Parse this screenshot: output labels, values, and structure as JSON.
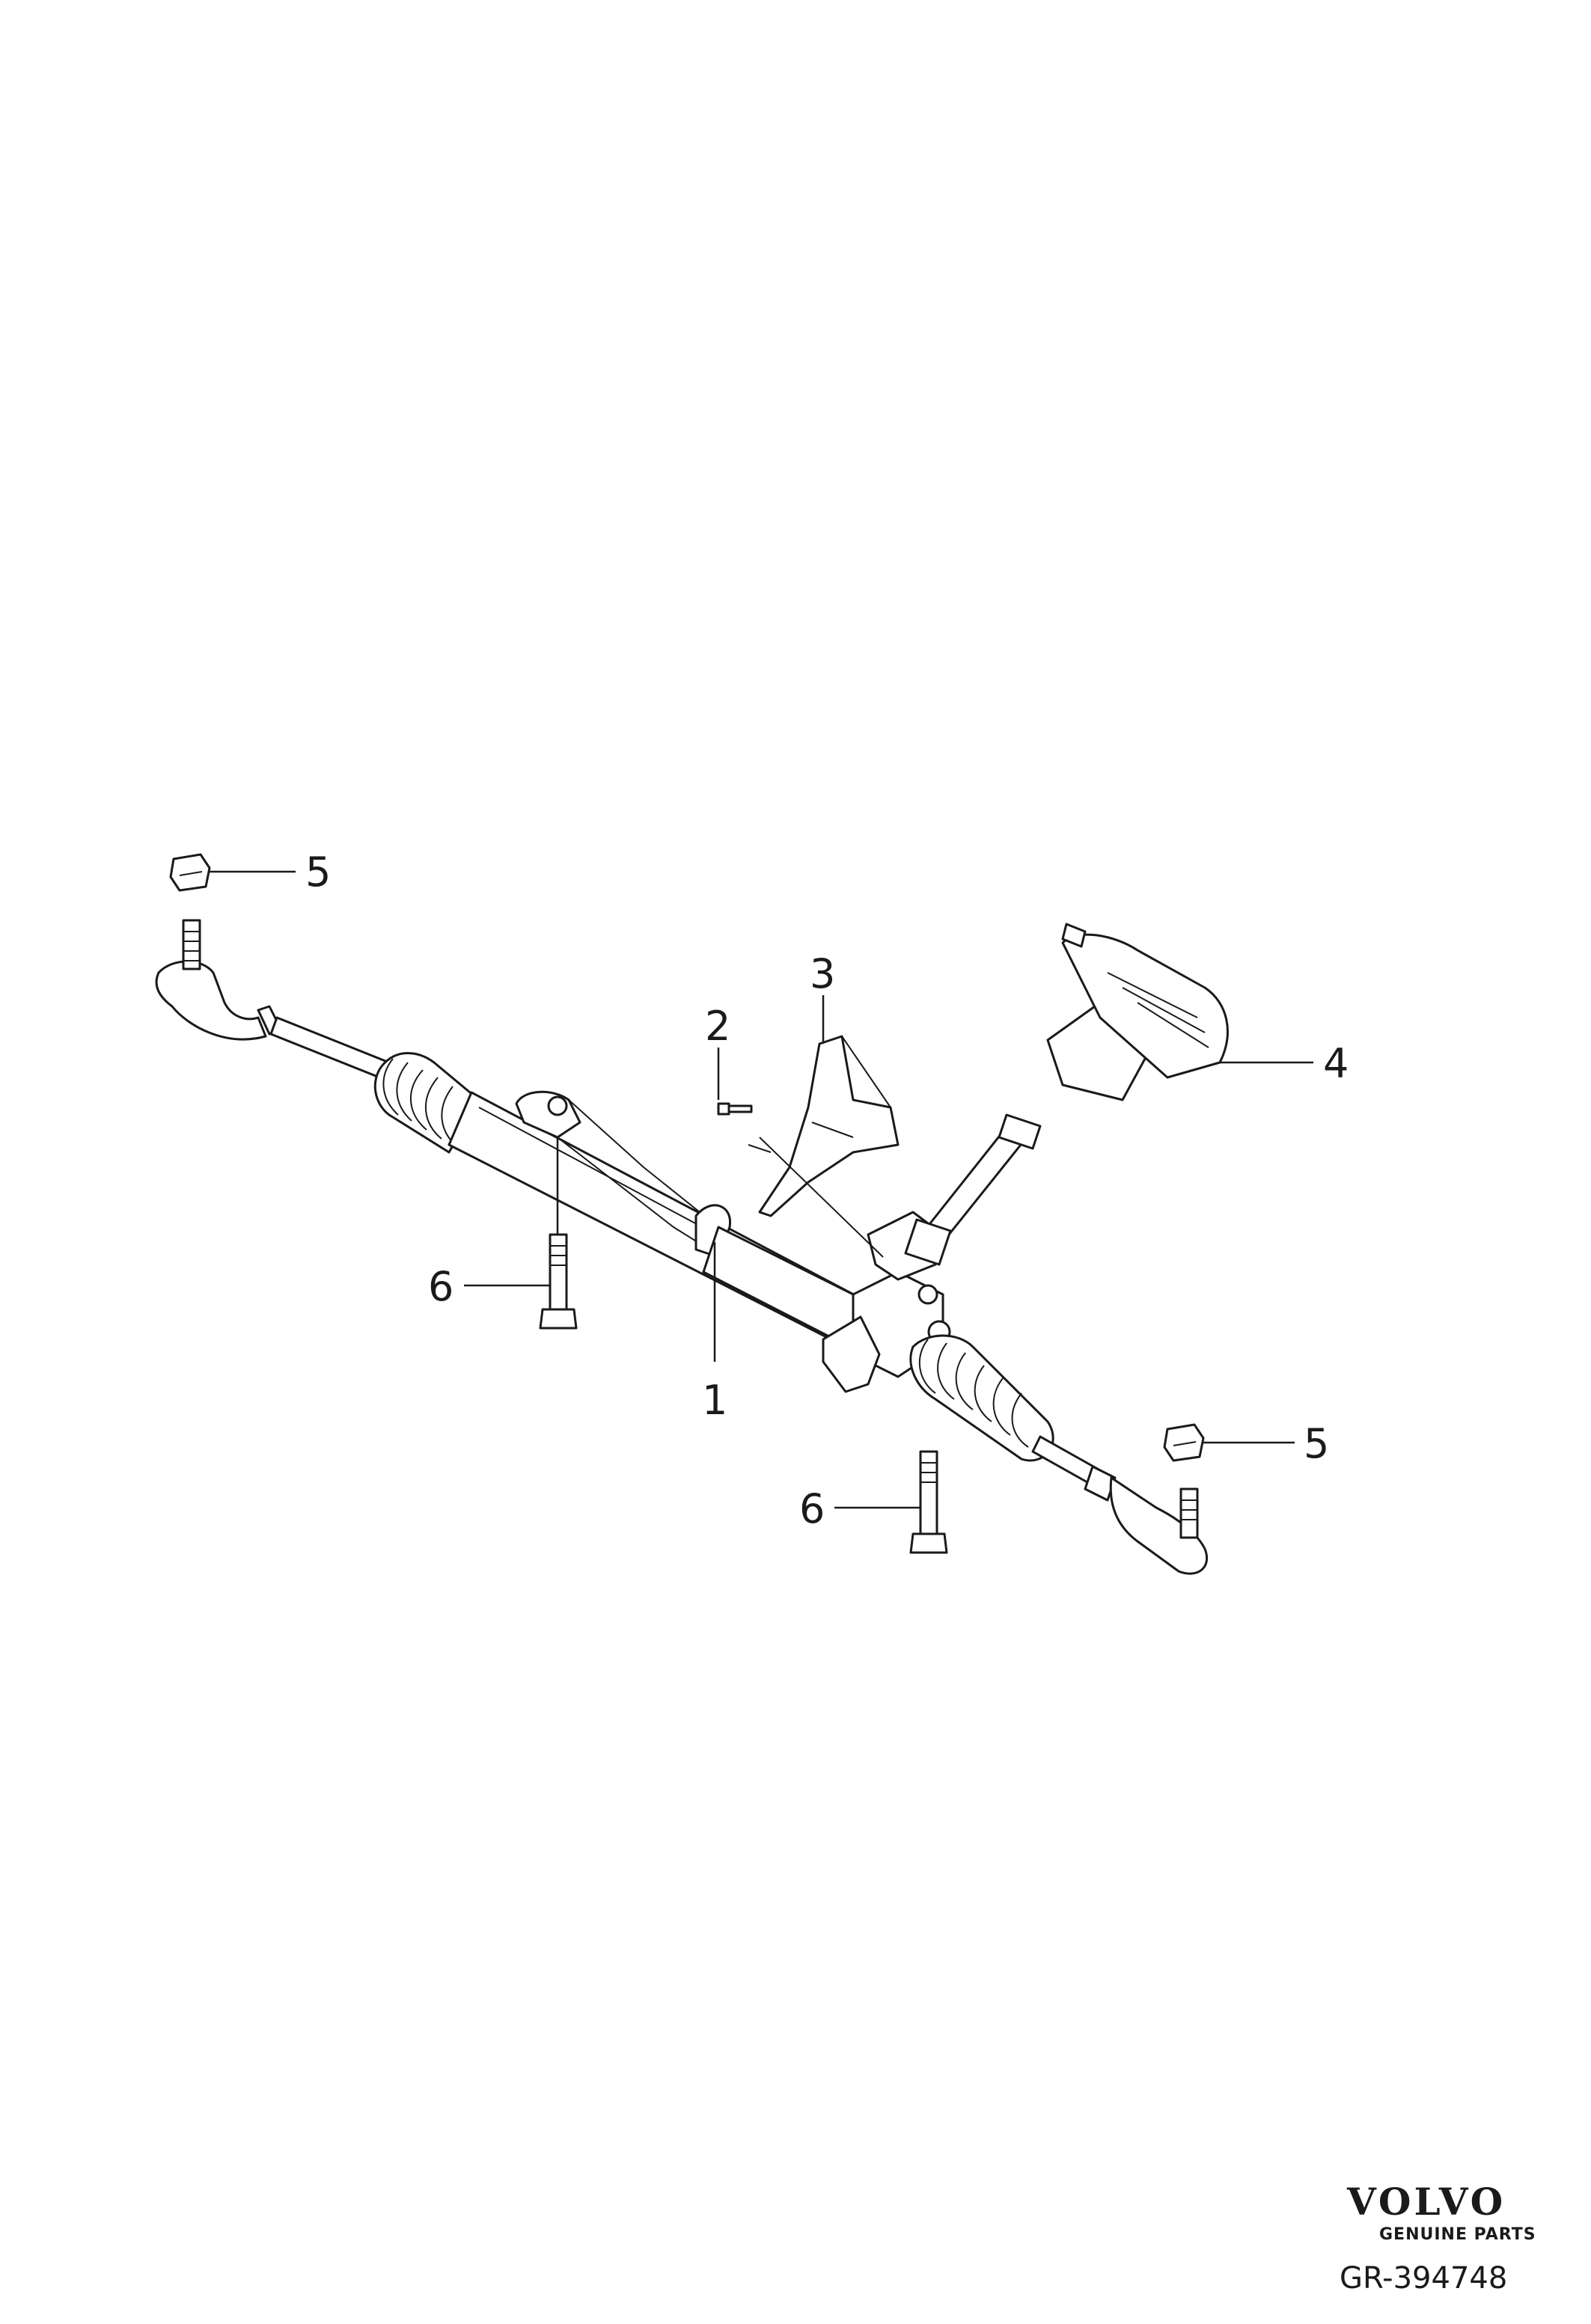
{
  "callouts": {
    "c1": "1",
    "c2": "2",
    "c3": "3",
    "c4": "4",
    "c5_top": "5",
    "c5_right": "5",
    "c6_left": "6",
    "c6_bottom": "6"
  },
  "branding": {
    "logo_text": "VOLVO",
    "tagline": "GENUINE PARTS",
    "reference": "GR-394748"
  }
}
